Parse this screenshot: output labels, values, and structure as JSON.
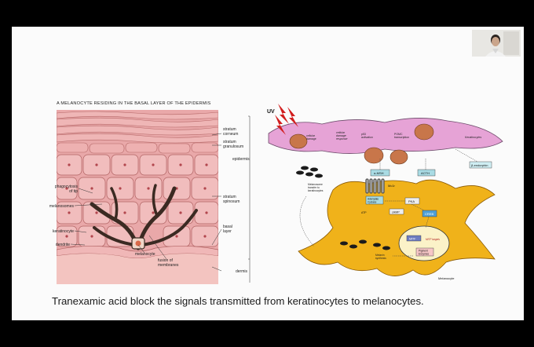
{
  "figure_title": "A MELANOCYTE RESIDING IN THE BASAL LAYER OF THE EPIDERMIS",
  "caption": "Tranexamic acid block the signals transmitted from keratinocytes to melanocytes.",
  "left_labels": {
    "phagocytosis": [
      "phagocytosis",
      "of tip"
    ],
    "melanosomes": "melanosomes",
    "keratinocyte": "keratinocyte",
    "dendrite": "dendrite",
    "melanocyte": "melanocyte",
    "fusion": [
      "fusion of",
      "membranes"
    ]
  },
  "right_labels": {
    "stratum_corneum": [
      "stratum",
      "corneum"
    ],
    "stratum_granulosum": [
      "stratum",
      "granulosum"
    ],
    "epidermis": "epidermis",
    "stratum_spinosum": [
      "stratum",
      "spinosum"
    ],
    "basal_layer": [
      "basal",
      "layer"
    ],
    "dermis": "dermis"
  },
  "diagram": {
    "uv": "UV",
    "cellular_damage": [
      "cellular",
      "damage"
    ],
    "cellular_damage2": [
      "cellular",
      "damage",
      "response"
    ],
    "p53": [
      "p53",
      "activation"
    ],
    "pomc": [
      "POMC",
      "transcription"
    ],
    "keratinocytes": "Keratinocytes",
    "amsh": "α-MSH",
    "acth": "ACTH",
    "endorphin": "β-endorphin",
    "mc1r": "Mc1r",
    "transfer": [
      "Melanosome",
      "transfer to",
      "keratinocytes"
    ],
    "adenylate": [
      "Adenylate",
      "Cyclase"
    ],
    "pka": "PKA",
    "atp": "ATP",
    "camp": "cAMP",
    "creb": "CREB",
    "mitf": "MITF",
    "melanin": [
      "Melanin",
      "synthesis"
    ],
    "pigment": [
      "Pigment",
      "Enzymes"
    ],
    "mitf_target": "MITF targets",
    "melanocyte": "Melanocyte"
  },
  "colors": {
    "skin": "#e8a5a6",
    "melanocyte_body": "#f0b21a",
    "keratinocyte_cells": "#e6a3d6",
    "text": "#1a1a1a"
  }
}
